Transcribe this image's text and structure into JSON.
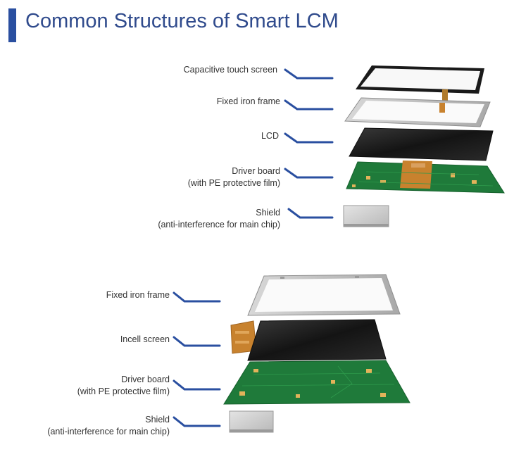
{
  "header": {
    "title": "Common Structures of Smart LCM",
    "accent_color": "#2a4fa0"
  },
  "structure_a": {
    "layers": [
      {
        "label": "Capacitive touch screen",
        "sub": ""
      },
      {
        "label": "Fixed iron frame",
        "sub": ""
      },
      {
        "label": "LCD",
        "sub": ""
      },
      {
        "label": "Driver board",
        "sub": "(with PE protective film)"
      },
      {
        "label": "Shield",
        "sub": "(anti-interference for main chip)"
      }
    ]
  },
  "structure_b": {
    "layers": [
      {
        "label": "Fixed iron frame",
        "sub": ""
      },
      {
        "label": "Incell screen",
        "sub": ""
      },
      {
        "label": "Driver board",
        "sub": "(with PE protective film)"
      },
      {
        "label": "Shield",
        "sub": "(anti-interference for main chip)"
      }
    ]
  },
  "colors": {
    "leader_line": "#2a4fa0",
    "pcb_green": "#1f7a3a",
    "frame_silver": "#c9c9c9",
    "panel_black": "#1a1a1a",
    "fpc_orange": "#c8822e"
  }
}
